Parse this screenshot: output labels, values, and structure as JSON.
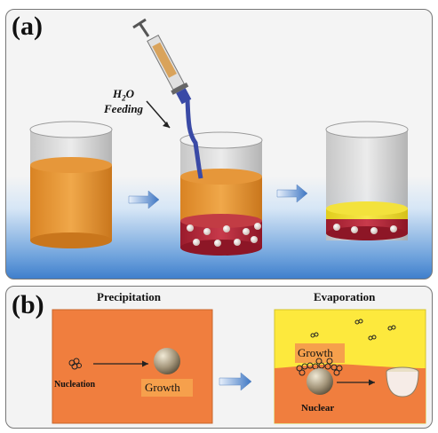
{
  "panel_a": {
    "label": "(a)",
    "feeding_label_line1": "H",
    "feeding_label_sub": "2",
    "feeding_label_o": "O",
    "feeding_label_line2": "Feeding"
  },
  "panel_b": {
    "label": "(b)",
    "precipitation_title": "Precipitation",
    "nucleation_label": "Nucleation",
    "growth_label_left": "Growth",
    "evaporation_title": "Evaporation",
    "growth_label_right": "Growth",
    "nuclear_label": "Nuclear"
  },
  "colors": {
    "liquid_orange": "#e89a3a",
    "particle_bed": "#b5283a",
    "droplet_panel": "#f07e3e",
    "vapor_yellow": "#fde93d",
    "arrow_blue": "#3d76c3"
  }
}
